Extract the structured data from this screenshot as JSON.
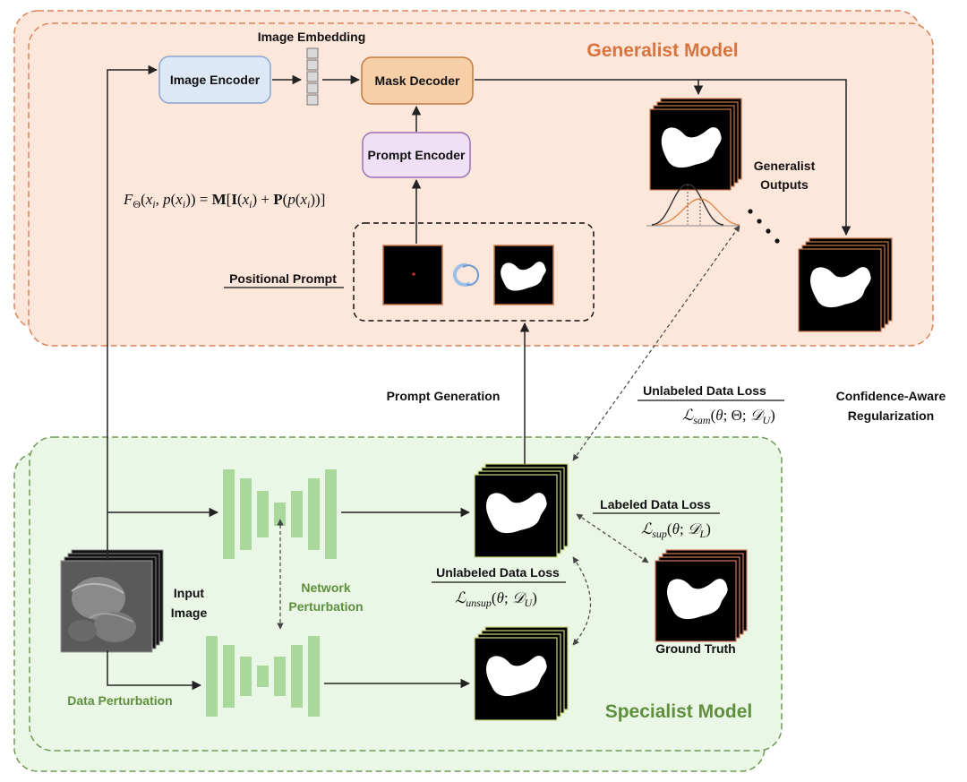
{
  "generalist": {
    "title": "Generalist Model",
    "image_embedding": "Image Embedding",
    "image_encoder": "Image Encoder",
    "mask_decoder": "Mask Decoder",
    "prompt_encoder": "Prompt Encoder",
    "positional_prompt": "Positional Prompt",
    "outputs_line1": "Generalist",
    "outputs_line2": "Outputs",
    "equation": "FΘ(xi, p(xi)) = M[I(xi) + P(p(xi))]"
  },
  "middle": {
    "prompt_generation": "Prompt Generation",
    "unlabeled_loss_top": "Unlabeled Data Loss",
    "loss_sam": "ℒsam(θ; Θ; 𝒟U)",
    "confidence_line1": "Confidence-Aware",
    "confidence_line2": "Regularization"
  },
  "specialist": {
    "title": "Specialist Model",
    "labeled_loss": "Labeled Data Loss",
    "loss_sup": "ℒsup(θ; 𝒟L)",
    "unlabeled_loss": "Unlabeled Data Loss",
    "loss_unsup": "ℒunsup(θ; 𝒟U)",
    "input_line1": "Input",
    "input_line2": "Image",
    "network_line1": "Network",
    "network_line2": "Perturbation",
    "data_perturbation": "Data Perturbation",
    "ground_truth": "Ground Truth"
  },
  "colors": {
    "generalist_bg": "#fde6da",
    "generalist_border": "#d9865a",
    "generalist_title": "#d8743f",
    "specialist_bg": "#eaf7e6",
    "specialist_border": "#6f9a55",
    "specialist_title": "#5e8f3c",
    "encoder_fill": "#dde8f7",
    "encoder_stroke": "#8aa6d0",
    "decoder_fill": "#f6cfa9",
    "decoder_stroke": "#c47a3d",
    "prompt_fill": "#efe0f5",
    "prompt_stroke": "#9b6fb5",
    "net_green": "#a8d99a"
  }
}
